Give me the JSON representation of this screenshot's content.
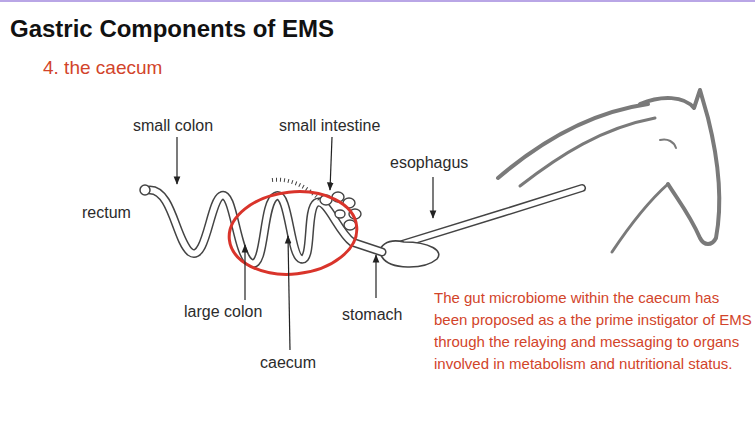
{
  "diagram": {
    "title": "Gastric Components of EMS",
    "labels": [
      "4. the caecum",
      "small colon",
      "small intestine",
      "esophagus",
      "rectum",
      "large colon",
      "stomach",
      "caecum",
      "The gut microbiome within the caecum has been proposed as a the prime instigator of EMS through the relaying and messaging to organs involved in metabolism and nutritional status."
    ]
  }
}
